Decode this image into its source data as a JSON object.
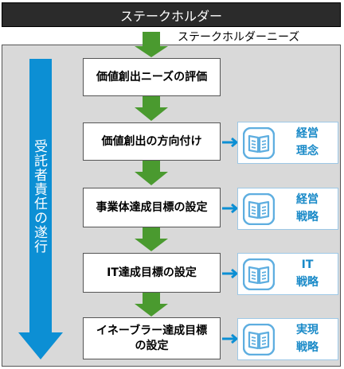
{
  "header": {
    "stakeholder": "ステークホルダー",
    "needs": "ステークホルダーニーズ"
  },
  "vertical_label": "受託者責任の遂行",
  "steps": [
    {
      "label": "価値創出ニーズの評価"
    },
    {
      "label": "価値創出の方向付け"
    },
    {
      "label": "事業体達成目標の設定"
    },
    {
      "label": "IT達成目標の設定"
    },
    {
      "label_line1": "イネーブラー達成目標",
      "label_line2": "の設定"
    }
  ],
  "cards": [
    {
      "line1": "経営",
      "line2": "理念",
      "icon": "book-icon"
    },
    {
      "line1": "経営",
      "line2": "戦略",
      "icon": "book-icon"
    },
    {
      "line1": "IT",
      "line2": "戦略",
      "icon": "book-icon"
    },
    {
      "line1": "実現",
      "line2": "戦略",
      "icon": "book-icon"
    }
  ],
  "colors": {
    "down_arrow": "#4a9a2f",
    "side_arrow": "#0c8fd4",
    "card_text": "#1a8ac8",
    "header_bg": "#2b2b2b",
    "panel_bg": "#d9d9d9"
  }
}
